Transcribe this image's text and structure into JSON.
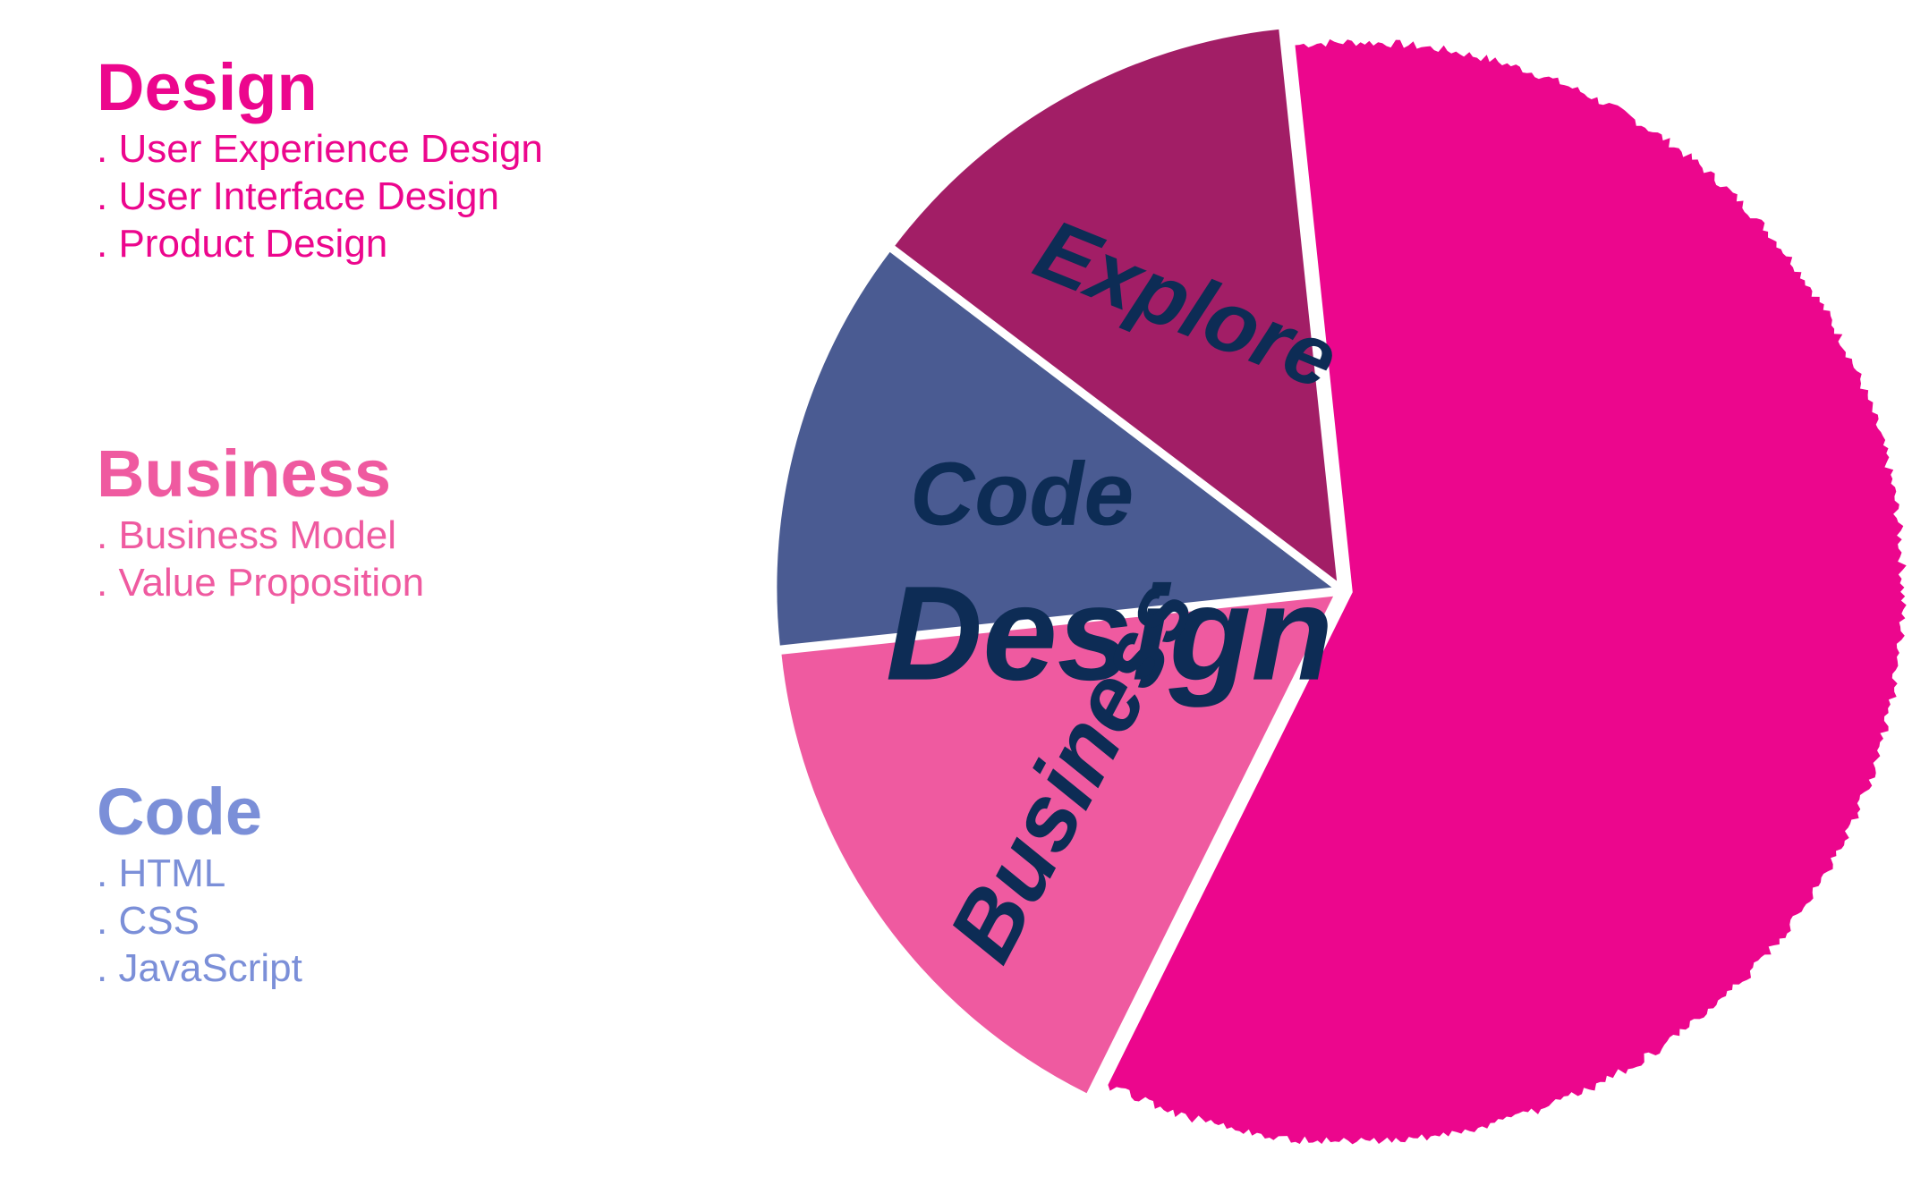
{
  "legend": {
    "groups": [
      {
        "heading": "Design",
        "items": [
          ". User Experience Design",
          ". User Interface Design",
          ". Product Design"
        ]
      },
      {
        "heading": "Business",
        "items": [
          ". Business Model",
          ". Value Proposition"
        ]
      },
      {
        "heading": "Code",
        "items": [
          ". HTML",
          ". CSS",
          ". JavaScript"
        ]
      }
    ]
  },
  "chart_data": {
    "type": "pie",
    "title": "",
    "slices": [
      {
        "label": "Design",
        "value": 59,
        "color": "#ec068d"
      },
      {
        "label": "Business",
        "value": 16,
        "color": "#ef5aa0"
      },
      {
        "label": "Code",
        "value": 12,
        "color": "#4a5b92"
      },
      {
        "label": "Explore",
        "value": 13,
        "color": "#a21e66"
      }
    ],
    "label_color": "#0d2c55",
    "legend_colors": {
      "Design": "#ec068d",
      "Business": "#ef5aa0",
      "Code": "#7b8fd8"
    },
    "legend_placement": "left"
  }
}
